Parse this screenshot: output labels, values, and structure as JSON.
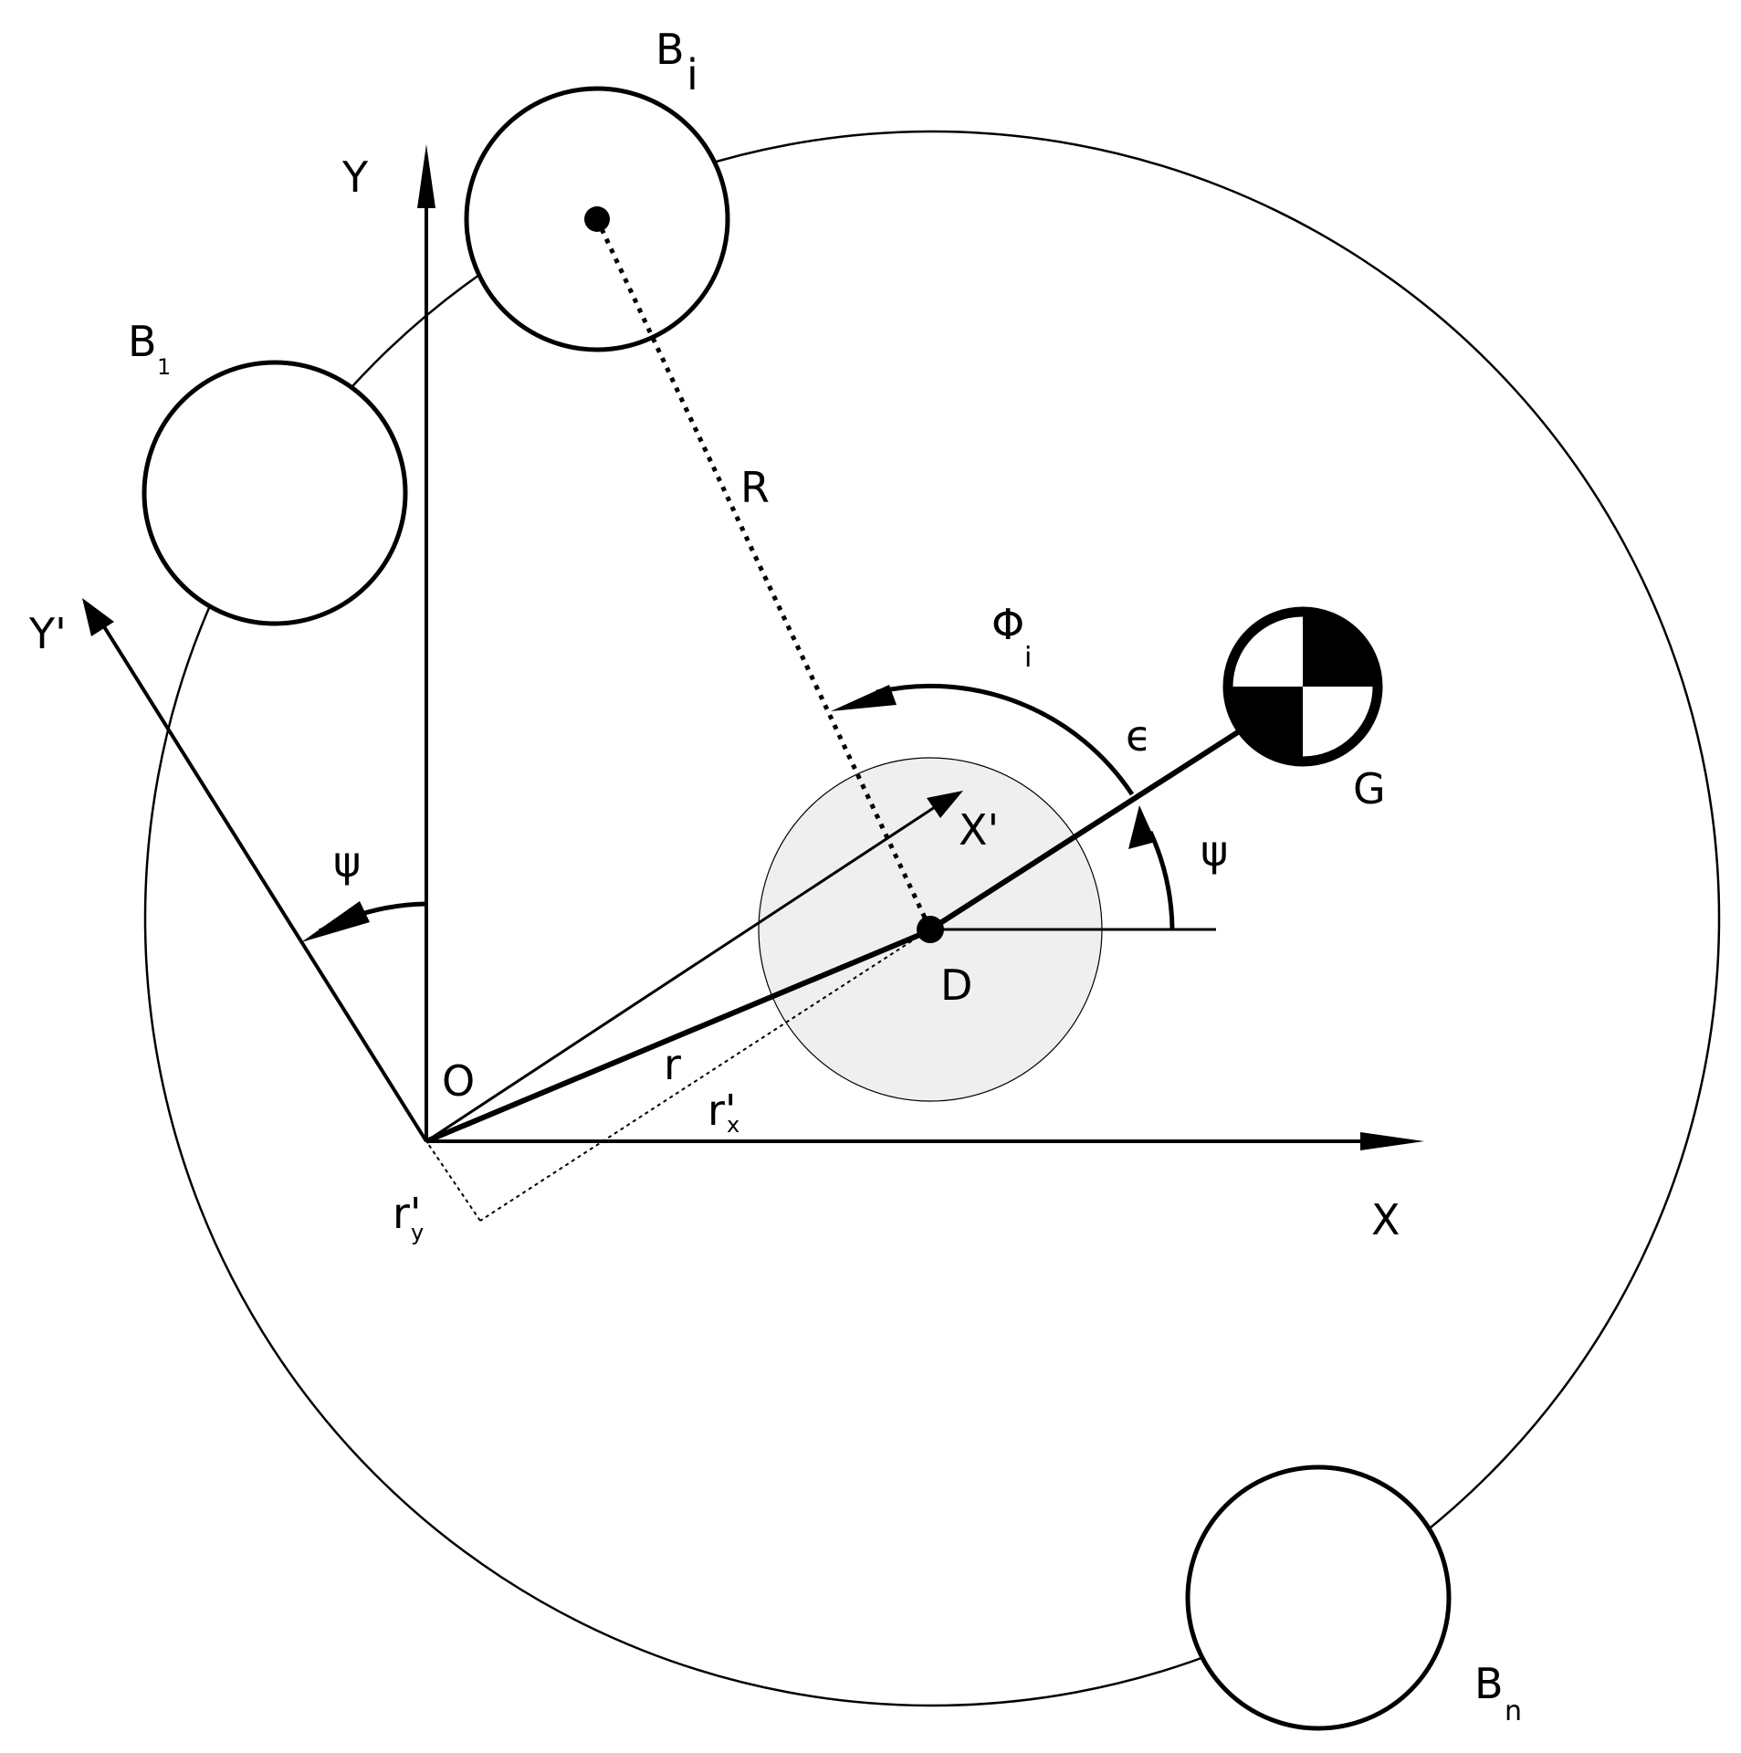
{
  "labels": {
    "y_axis": "Y",
    "x_axis": "X",
    "y_prime": "Y'",
    "x_prime": "X'",
    "origin": "O",
    "center": "D",
    "gravity": "G",
    "radius": "R",
    "r_vec": "r",
    "rx_main": "r'",
    "rx_sub": "x",
    "ry_main": "r'",
    "ry_sub": "y",
    "psi_left": "ψ",
    "psi_right": "ψ",
    "phi_main": "Φ",
    "phi_sub": "i",
    "epsilon": "ϵ",
    "b1_main": "B",
    "b1_sub": "1",
    "bi_main": "B",
    "bi_sub": "i",
    "bn_main": "B",
    "bn_sub": "n"
  },
  "colors": {
    "stroke": "#000000",
    "shaded_circle_fill": "#efefef",
    "background": "#ffffff"
  },
  "icons": {
    "gravity_marker": "center-of-gravity-symbol"
  }
}
